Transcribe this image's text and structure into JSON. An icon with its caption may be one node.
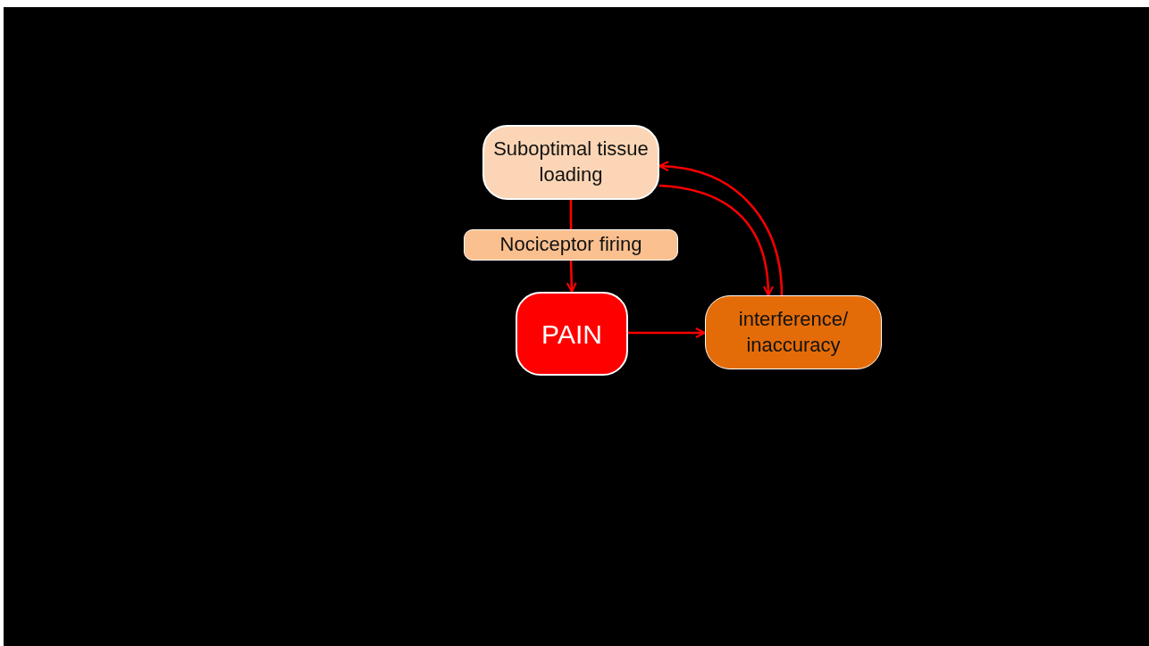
{
  "diagram": {
    "nodes": [
      {
        "text": [
          "Suboptimal tissue loading"
        ]
      },
      {
        "text": [
          "Nociceptor firing"
        ]
      },
      {
        "text": [
          "PAIN"
        ]
      },
      {
        "text": [
          "interference/ inaccuracy"
        ]
      }
    ],
    "edges": [
      {
        "from": 0,
        "to": 1,
        "arrow": "none"
      },
      {
        "from": 1,
        "to": 2,
        "arrow": "to"
      },
      {
        "from": 2,
        "to": 3,
        "arrow": "to"
      },
      {
        "from": 0,
        "to": 3,
        "arrow": "to"
      },
      {
        "from": 3,
        "to": 0,
        "arrow": "to"
      }
    ]
  }
}
